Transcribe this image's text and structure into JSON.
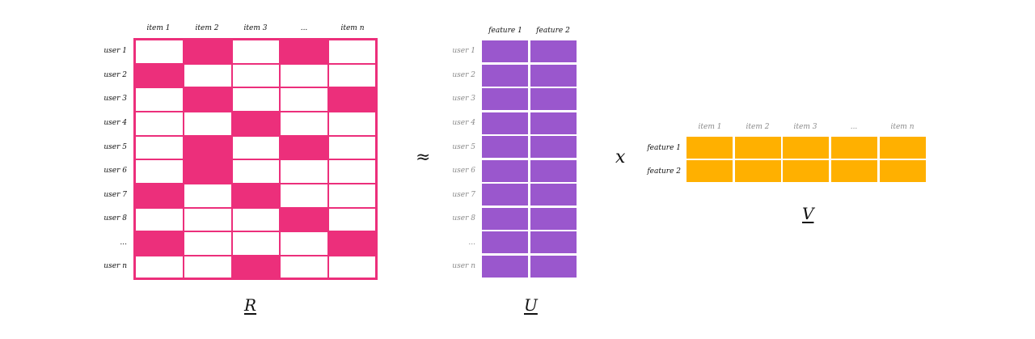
{
  "colors": {
    "R": "#ec2f7b",
    "U": "#9a57cd",
    "V": "#ffb000",
    "text": "#111111",
    "muted_text": "#8a8a8a"
  },
  "R": {
    "name": "R",
    "columns": [
      "item 1",
      "item 2",
      "item 3",
      "...",
      "item n"
    ],
    "rows": [
      "user 1",
      "user 2",
      "user 3",
      "user 4",
      "user 5",
      "user 6",
      "user 7",
      "user 8",
      "...",
      "user n"
    ],
    "filled": [
      [
        0,
        1,
        0,
        1,
        0
      ],
      [
        1,
        0,
        0,
        0,
        0
      ],
      [
        0,
        1,
        0,
        0,
        1
      ],
      [
        0,
        0,
        1,
        0,
        0
      ],
      [
        0,
        1,
        0,
        1,
        0
      ],
      [
        0,
        1,
        0,
        0,
        0
      ],
      [
        1,
        0,
        1,
        0,
        0
      ],
      [
        0,
        0,
        0,
        1,
        0
      ],
      [
        1,
        0,
        0,
        0,
        1
      ],
      [
        0,
        0,
        1,
        0,
        0
      ]
    ]
  },
  "operators": {
    "approx": "≈",
    "times": "x"
  },
  "U": {
    "name": "U",
    "columns": [
      "feature 1",
      "feature 2"
    ],
    "rows": [
      "user 1",
      "user 2",
      "user 3",
      "user 4",
      "user 5",
      "user 6",
      "user 7",
      "user 8",
      "...",
      "user n"
    ]
  },
  "V": {
    "name": "V",
    "columns": [
      "item 1",
      "item 2",
      "item 3",
      "...",
      "item n"
    ],
    "rows": [
      "feature 1",
      "feature 2"
    ]
  }
}
